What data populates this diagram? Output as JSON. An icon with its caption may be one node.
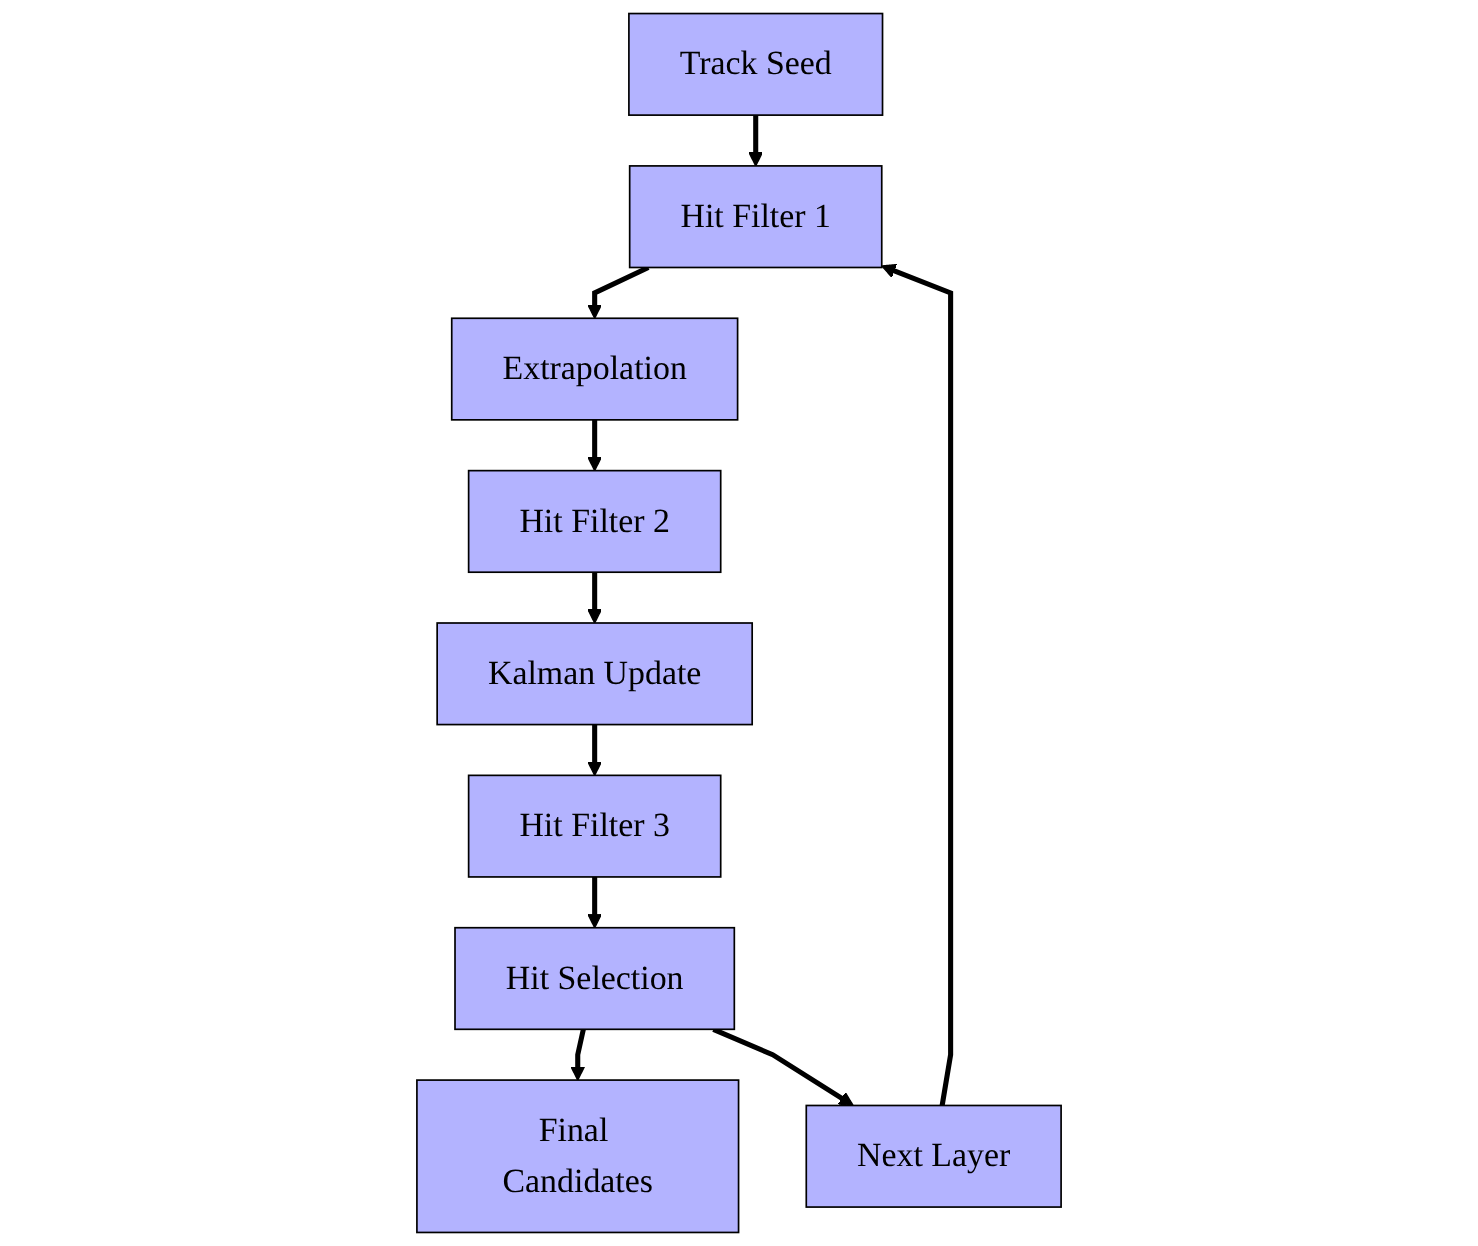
{
  "diagram": {
    "nodes": [
      {
        "text": [
          "Track Seed"
        ]
      },
      {
        "text": [
          "Hit Filter 1"
        ]
      },
      {
        "text": [
          "Extrapolation"
        ]
      },
      {
        "text": [
          "Hit Filter 2"
        ]
      },
      {
        "text": [
          "Kalman Update"
        ]
      },
      {
        "text": [
          "Hit Filter 3"
        ]
      },
      {
        "text": [
          "Hit Selection"
        ]
      },
      {
        "text": [
          "Final Candidates"
        ]
      },
      {
        "text": [
          "Next Layer"
        ]
      }
    ],
    "edges": [
      {
        "from": 0,
        "to": 1,
        "arrow": "to"
      },
      {
        "from": 1,
        "to": 2,
        "arrow": "to"
      },
      {
        "from": 2,
        "to": 3,
        "arrow": "to"
      },
      {
        "from": 3,
        "to": 4,
        "arrow": "to"
      },
      {
        "from": 4,
        "to": 5,
        "arrow": "to"
      },
      {
        "from": 5,
        "to": 6,
        "arrow": "to"
      },
      {
        "from": 6,
        "to": 7,
        "arrow": "to"
      },
      {
        "from": 6,
        "to": 8,
        "arrow": "to"
      },
      {
        "from": 8,
        "to": 1,
        "arrow": "to"
      }
    ]
  }
}
